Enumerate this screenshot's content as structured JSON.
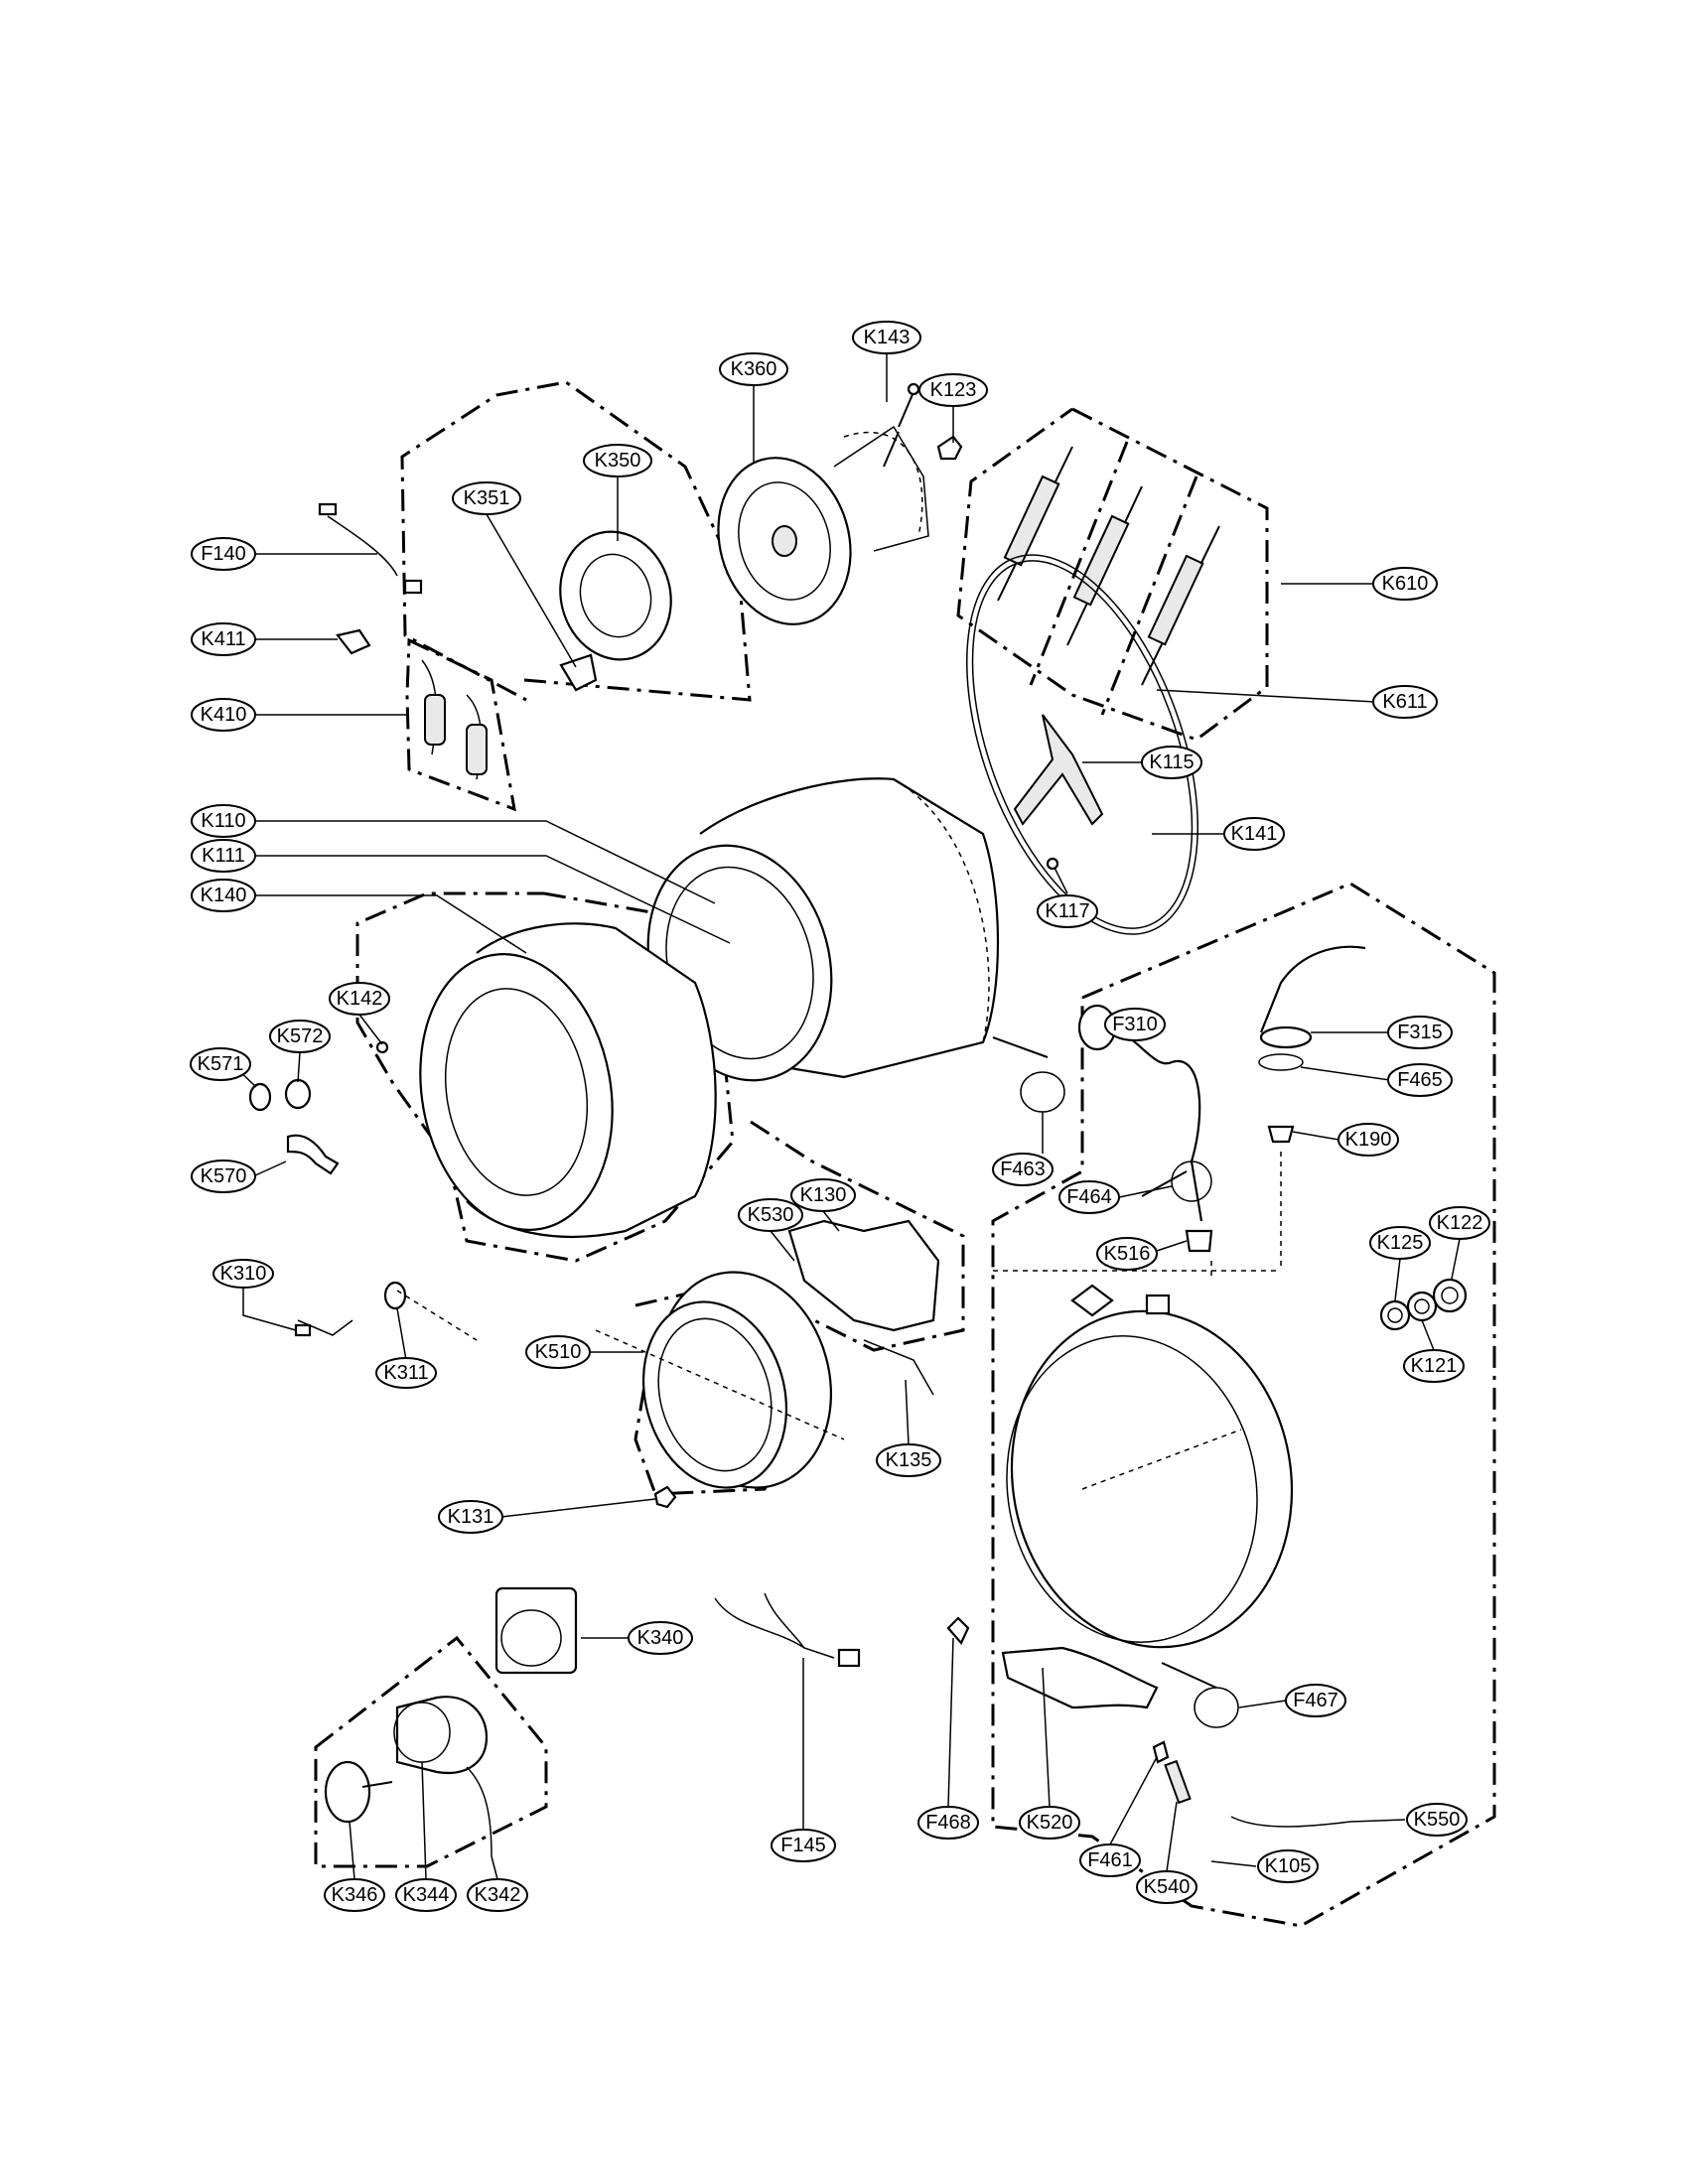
{
  "labels": {
    "K360": "K360",
    "K143": "K143",
    "K123": "K123",
    "K350": "K350",
    "K351": "K351",
    "F140": "F140",
    "K411": "K411",
    "K410": "K410",
    "K610": "K610",
    "K611": "K611",
    "K115": "K115",
    "K141": "K141",
    "K117": "K117",
    "K110": "K110",
    "K111": "K111",
    "K140": "K140",
    "K142": "K142",
    "K572": "K572",
    "K571": "K571",
    "K570": "K570",
    "K310": "K310",
    "K311": "K311",
    "K530": "K530",
    "K130": "K130",
    "K510": "K510",
    "K135": "K135",
    "K131": "K131",
    "F310": "F310",
    "F315": "F315",
    "F465": "F465",
    "F463": "F463",
    "K190": "K190",
    "F464": "F464",
    "K516": "K516",
    "K125": "K125",
    "K122": "K122",
    "K121": "K121",
    "K340": "K340",
    "K346": "K346",
    "K344": "K344",
    "K342": "K342",
    "F145": "F145",
    "F468": "F468",
    "F467": "F467",
    "K520": "K520",
    "F461": "F461",
    "K540": "K540",
    "K105": "K105",
    "K550": "K550"
  },
  "colors": {
    "line": "#000000",
    "background": "#ffffff"
  }
}
